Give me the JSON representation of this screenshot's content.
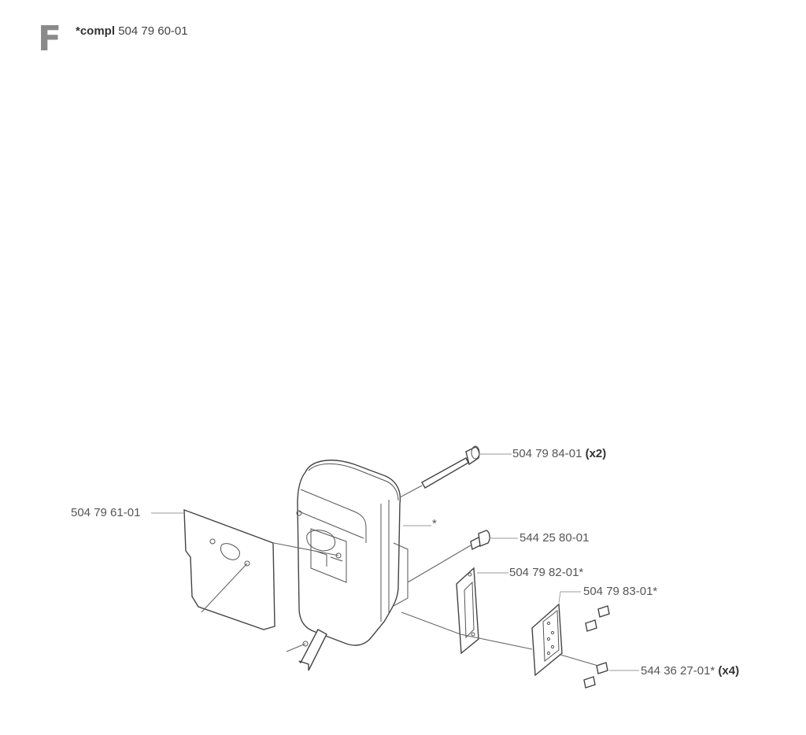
{
  "header": {
    "letter": "F",
    "compl_prefix": "*compl",
    "compl_number": "504 79 60-01"
  },
  "callouts": {
    "bolt": {
      "number": "504 79 84-01",
      "qty": "(x2)"
    },
    "gasket_left": {
      "number": "504 79 61-01"
    },
    "muffler_star": {
      "number": "*"
    },
    "screw_right": {
      "number": "544 25 80-01"
    },
    "gasket_small": {
      "number": "504 79 82-01*"
    },
    "plate": {
      "number": "504 79 83-01*"
    },
    "screws_small": {
      "number": "544 36 27-01*",
      "qty": "(x4)"
    }
  }
}
